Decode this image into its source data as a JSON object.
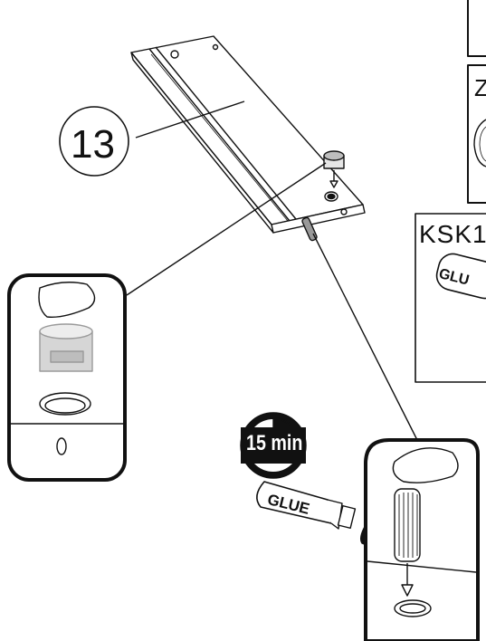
{
  "step": {
    "number": "13"
  },
  "panels": {
    "right_top_label": "Z",
    "right_mid_label": "KSK1",
    "right_mid_glue": "GLU"
  },
  "glue": {
    "tube_label": "GLUE"
  },
  "timer": {
    "label": "15 min"
  },
  "colors": {
    "line": "#111111",
    "gray": "#bdbdbd",
    "light": "#e6e6e6"
  }
}
